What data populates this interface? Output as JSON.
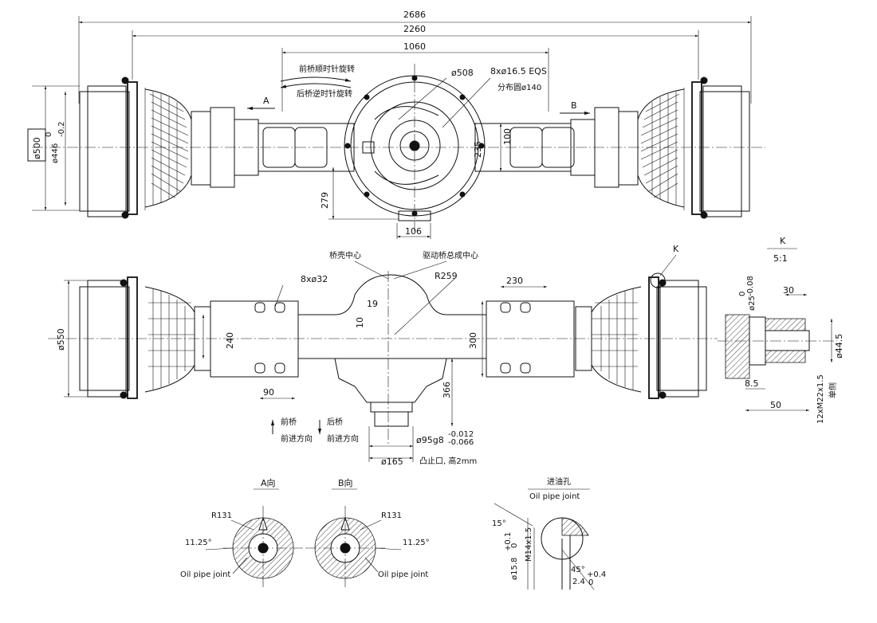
{
  "dimensions": {
    "overall": "2686",
    "flange": "2260",
    "spring_seat": "1060",
    "d_housing": "ø508",
    "bolts_top": "8xø16.5 EQS",
    "bolt_circle": "分布圆ø140",
    "d500": "ø500",
    "d446": "ø446",
    "d446_tol_up": "0",
    "d446_tol_low": "-0.2",
    "h235": "235",
    "h100": "100",
    "h279": "279",
    "w106": "106",
    "d550": "ø550",
    "bolts_mid": "8xø32",
    "r259": "R259",
    "w230": "230",
    "v19": "19",
    "v10": "10",
    "h240": "240",
    "h300": "300",
    "w90": "90",
    "h366": "366",
    "d95": "ø95g8",
    "d95_tol_up": "-0.012",
    "d95_tol_low": "-0.066",
    "d165": "ø165",
    "spigot": "凸止口, 高2mm"
  },
  "labels": {
    "front_rot": "前桥顺时针旋转",
    "rear_rot": "后桥逆时针旋转",
    "view_a_marker": "A",
    "view_b_marker": "B",
    "housing_center": "桥壳中心",
    "drive_center": "驱动桥总成中心",
    "k_marker": "K",
    "front_axle": "前桥",
    "rear_axle": "后桥",
    "forward_front": "前进方向",
    "forward_rear": "前进方向"
  },
  "detail_k": {
    "title": "K",
    "scale": "5:1",
    "w30": "30",
    "d25": "ø25",
    "d25_tol_up": "0",
    "d25_tol_low": "-0.08",
    "d44": "ø44.5",
    "w8": "8.5",
    "w50": "50",
    "thread": "12xM22x1.5",
    "thread_note": "单侧"
  },
  "view_a": {
    "title": "A向",
    "radius": "R131",
    "angle": "11.25°",
    "joint": "Oil pipe joint"
  },
  "view_b": {
    "title": "B向",
    "radius": "R131",
    "angle": "11.25°",
    "joint": "Oil pipe joint"
  },
  "oil_inlet": {
    "title": "进油孔",
    "subtitle": "Oil pipe joint",
    "angle15": "15°",
    "d15": "ø15.8",
    "d15_tol_up": "+0.1",
    "d15_tol_low": "0",
    "thread": "M14x1.5",
    "angle45": "45°",
    "depth": "2.4",
    "depth_tol_up": "+0.4",
    "depth_tol_low": "0"
  }
}
